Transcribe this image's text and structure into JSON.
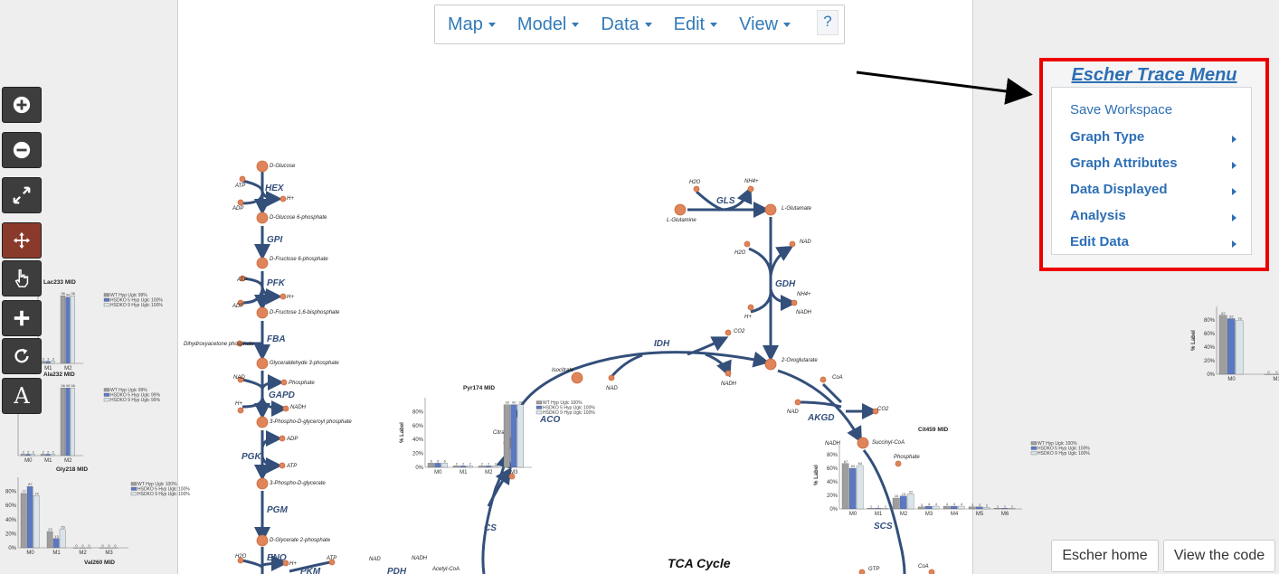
{
  "menubar": {
    "items": [
      {
        "label": "Map"
      },
      {
        "label": "Model"
      },
      {
        "label": "Data"
      },
      {
        "label": "Edit"
      },
      {
        "label": "View"
      }
    ],
    "help_label": "?"
  },
  "toolbar": {
    "buttons": [
      {
        "name": "zoom-in",
        "icon": "plus-circle-icon"
      },
      {
        "name": "zoom-out",
        "icon": "minus-circle-icon"
      },
      {
        "name": "fit",
        "icon": "expand-icon"
      },
      {
        "name": "pan",
        "icon": "move-icon",
        "active": true
      },
      {
        "name": "select",
        "icon": "pointer-hand-icon"
      },
      {
        "name": "add-reaction",
        "icon": "plus-icon"
      },
      {
        "name": "rotate",
        "icon": "rotate-icon"
      },
      {
        "name": "text",
        "icon": "text-icon",
        "glyph": "A"
      }
    ]
  },
  "trace_menu": {
    "title": "Escher Trace Menu",
    "items": [
      {
        "label": "Save Workspace",
        "submenu": false
      },
      {
        "label": "Graph Type",
        "submenu": true
      },
      {
        "label": "Graph Attributes",
        "submenu": true
      },
      {
        "label": "Data Displayed",
        "submenu": true
      },
      {
        "label": "Analysis",
        "submenu": true
      },
      {
        "label": "Edit Data",
        "submenu": true
      }
    ]
  },
  "buttons": {
    "escher_home": "Escher home",
    "view_code": "View the code"
  },
  "colors": {
    "accent": "#337ab7",
    "highlight_border": "#ee0000",
    "reaction": "#334f7a",
    "metabolite": "#e0845a",
    "series_wt": "#9e9e9e",
    "series_5": "#5b78c2",
    "series_9": "#d8e4ea"
  },
  "map": {
    "reactions": [
      "HEX",
      "GPI",
      "PFK",
      "FBA",
      "GAPD",
      "PGK",
      "PGM",
      "ENO",
      "PKM",
      "PDH",
      "CS",
      "ACO",
      "IDH",
      "GLS",
      "GDH",
      "AKGD",
      "SCS"
    ],
    "metabolites": {
      "d_glucose": "D-Glucose",
      "d_glucose_6p": "D-Glucose 6-phosphate",
      "d_fructose_6p": "D-Fructose 6-phosphate",
      "d_fructose_16bp": "D-Fructose 1,6-bisphosphate",
      "dhap": "Dihydroxyacetone phosphate",
      "g3p": "Glyceraldehyde 3-phosphate",
      "bpg13": "3-Phospho-D-glyceroyl phosphate",
      "pg3": "3-Phospho-D-glycerate",
      "pg2": "D-Glycerate 2-phosphate",
      "isocitrate": "Isocitrate",
      "citrate": "Citrate",
      "l_glutamine": "L-Glutamine",
      "l_glutamate": "L-Glutamate",
      "oxoglutarate": "2-Oxoglutarate",
      "succinyl_coa": "Succinyl-CoA",
      "acetyl_coa": "Acetyl-CoA",
      "atp": "ATP",
      "adp": "ADP",
      "h": "H+",
      "nad": "NAD",
      "nadh": "NADH",
      "phosphate": "Phosphate",
      "h2o": "H2O",
      "nh4": "NH4+",
      "co2": "CO2",
      "coa": "CoA",
      "gtp": "GTP"
    },
    "tca_label": "TCA Cycle"
  },
  "chart_data": [
    {
      "type": "bar",
      "title": "Lac233 MID",
      "categories": [
        "M1",
        "M2"
      ],
      "series": [
        {
          "name": "WT Hyp Uglc 99%",
          "values": [
            3,
            96
          ]
        },
        {
          "name": "HSDKO 5 Hyp Uglc 100%",
          "values": [
            3,
            94
          ]
        },
        {
          "name": "HSDKO 9 Hyp Uglc 100%",
          "values": [
            3,
            96
          ]
        }
      ],
      "ylim": [
        0,
        100
      ]
    },
    {
      "type": "bar",
      "title": "Ala232 MID",
      "categories": [
        "M0",
        "M1",
        "M2"
      ],
      "series": [
        {
          "name": "WT Hyp Uglc 99%",
          "values": [
            2,
            2,
            96
          ]
        },
        {
          "name": "HSDKO 5 Hyp Uglc 99%",
          "values": [
            2,
            2,
            96
          ]
        },
        {
          "name": "HSDKO 9 Hyp Uglc 99%",
          "values": [
            2,
            2,
            96
          ]
        }
      ],
      "ylim": [
        0,
        100
      ]
    },
    {
      "type": "bar",
      "title": "Gly218 MID",
      "categories": [
        "M0",
        "M1",
        "M2",
        "M3"
      ],
      "series": [
        {
          "name": "WT Hyp Uglc 100%",
          "values": [
            77,
            23,
            0,
            0
          ]
        },
        {
          "name": "HSDKO 5 Hyp Uglc 100%",
          "values": [
            87,
            13,
            0,
            0
          ]
        },
        {
          "name": "HSDKO 9 Hyp Uglc 100%",
          "values": [
            74,
            26,
            0,
            0
          ]
        }
      ],
      "yticks": [
        "0%",
        "20%",
        "40%",
        "60%",
        "80%"
      ],
      "ylim": [
        0,
        100
      ]
    },
    {
      "type": "bar",
      "title": "Pyr174 MID",
      "categories": [
        "M0",
        "M1",
        "M2",
        "M3"
      ],
      "series": [
        {
          "name": "WT Hyp Uglc 100%",
          "values": [
            6,
            2,
            2,
            90
          ]
        },
        {
          "name": "HSDKO 5 Hyp Uglc 100%",
          "values": [
            6,
            2,
            2,
            90
          ]
        },
        {
          "name": "HSDKO 9 Hyp Uglc 100%",
          "values": [
            6,
            2,
            2,
            90
          ]
        }
      ],
      "ylabel": "% Label",
      "yticks": [
        "0%",
        "20%",
        "40%",
        "60%",
        "80%"
      ],
      "ylim": [
        0,
        100
      ]
    },
    {
      "type": "bar",
      "title": "Cit459 MID",
      "categories": [
        "M0",
        "M1",
        "M2",
        "M3",
        "M4",
        "M5",
        "M6"
      ],
      "series": [
        {
          "name": "WT Hyp Uglc 100%",
          "values": [
            67,
            1,
            16,
            3,
            4,
            3,
            1
          ]
        },
        {
          "name": "HSDKO 5 Hyp Uglc 100%",
          "values": [
            60,
            1,
            19,
            4,
            4,
            3,
            1
          ]
        },
        {
          "name": "HSDKO 9 Hyp Uglc 100%",
          "values": [
            64,
            1,
            22,
            4,
            4,
            2,
            1
          ]
        }
      ],
      "ylabel": "% Label",
      "yticks": [
        "0%",
        "20%",
        "40%",
        "60%",
        "80%"
      ],
      "ylim": [
        0,
        100
      ]
    },
    {
      "type": "bar",
      "title": "",
      "categories": [
        "M0",
        "M1"
      ],
      "series": [
        {
          "values": [
            87,
            0
          ]
        },
        {
          "values": [
            82,
            0
          ]
        },
        {
          "values": [
            79,
            0
          ]
        }
      ],
      "ylabel": "% Label",
      "yticks": [
        "0%",
        "20%",
        "40%",
        "60%",
        "80%"
      ],
      "ylim": [
        0,
        100
      ]
    },
    {
      "type": "bar",
      "title": "Val260 MID",
      "categories": [],
      "series": []
    }
  ]
}
